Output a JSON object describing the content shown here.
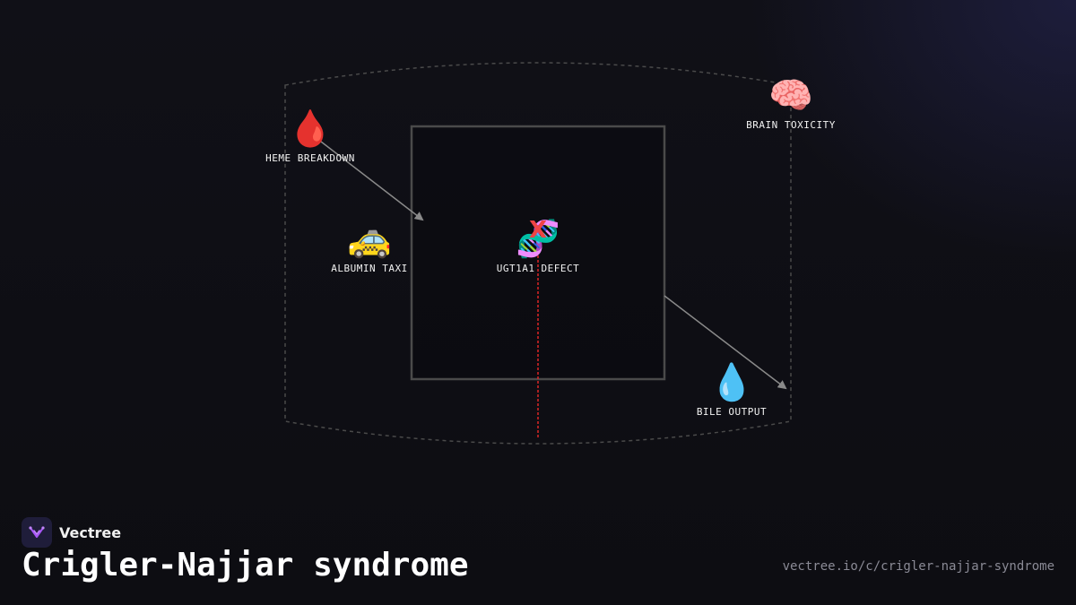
{
  "brand": {
    "name": "Vectree",
    "logo_color": "#a855f7"
  },
  "page": {
    "title": "Crigler-Najjar syndrome",
    "url": "vectree.io/c/crigler-najjar-syndrome"
  },
  "diagram": {
    "nodes": {
      "heme": {
        "label": "HEME BREAKDOWN",
        "icon": "blood-drop-icon",
        "glyph": "🩸"
      },
      "albumin": {
        "label": "ALBUMIN TAXI",
        "icon": "taxi-icon",
        "glyph": "🚕"
      },
      "ugt": {
        "label": "UGT1A1 DEFECT",
        "icon": "dna-icon",
        "glyph": "🧬",
        "mark": "X",
        "mark_color": "#ef4444"
      },
      "brain": {
        "label": "BRAIN TOXICITY",
        "icon": "brain-icon",
        "glyph": "🧠"
      },
      "bile": {
        "label": "BILE OUTPUT",
        "icon": "water-drop-icon",
        "glyph": "💧"
      }
    },
    "colors": {
      "arrow": "#8a8a8a",
      "box": "#4a4a4a",
      "dashed": "#4a4a4a",
      "block_line": "#dc2626"
    }
  }
}
